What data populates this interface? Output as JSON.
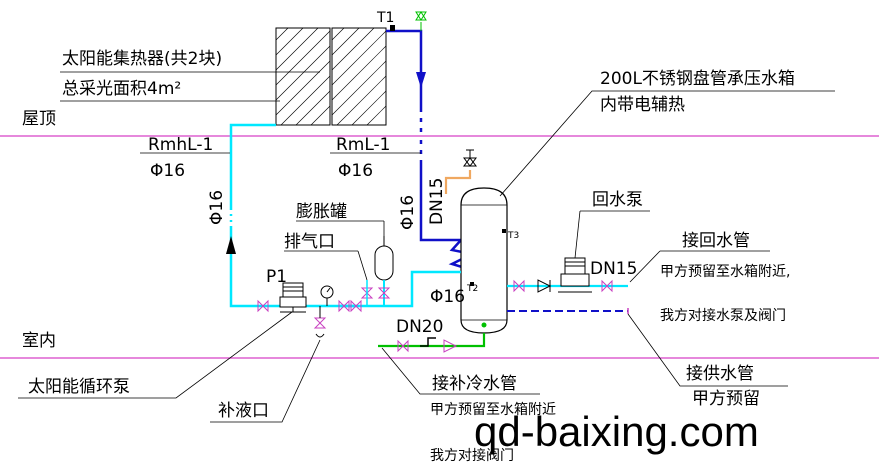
{
  "labels": {
    "collector": "太阳能集热器(共2块)",
    "collector_area": "总采光面积4m²",
    "roof": "屋顶",
    "indoor": "室内",
    "rmhl": "RmhL-1",
    "phi16_left": "Φ16",
    "rml": "RmL-1",
    "phi16_mid": "Φ16",
    "phi16_vert_left": "Φ16",
    "phi16_vert_mid": "Φ16",
    "dn15_vert": "DN15",
    "t1": "T1",
    "t2": "T2",
    "t3": "T3",
    "tank_title": "200L不锈钢盘管承压水箱",
    "tank_sub": "内带电辅热",
    "expansion_tank": "膨胀罐",
    "air_vent": "排气口",
    "phi16_bottom": "Φ16",
    "p1": "P1",
    "dn20": "DN20",
    "return_pump": "回水泵",
    "dn15": "DN15",
    "return_pipe": "接回水管",
    "return_note1": "甲方预留至水箱附近,",
    "return_note2": "我方对接水泵及阀门",
    "supply_pipe": "接供水管",
    "supply_note": "甲方预留",
    "cold_pipe": "接补冷水管",
    "cold_note1": "甲方预留至水箱附近",
    "cold_note2": "我方对接阀门",
    "solar_pump": "太阳能循环泵",
    "fill_port": "补液口",
    "watermark": "qd-baixing.com"
  },
  "colors": {
    "hot_pipe": "#1010c8",
    "loop_pipe": "#00e8ff",
    "aux_pipe": "#f0a860",
    "floor_line": "#d640c8",
    "valve": "#c840c0",
    "green": "#00c000"
  }
}
